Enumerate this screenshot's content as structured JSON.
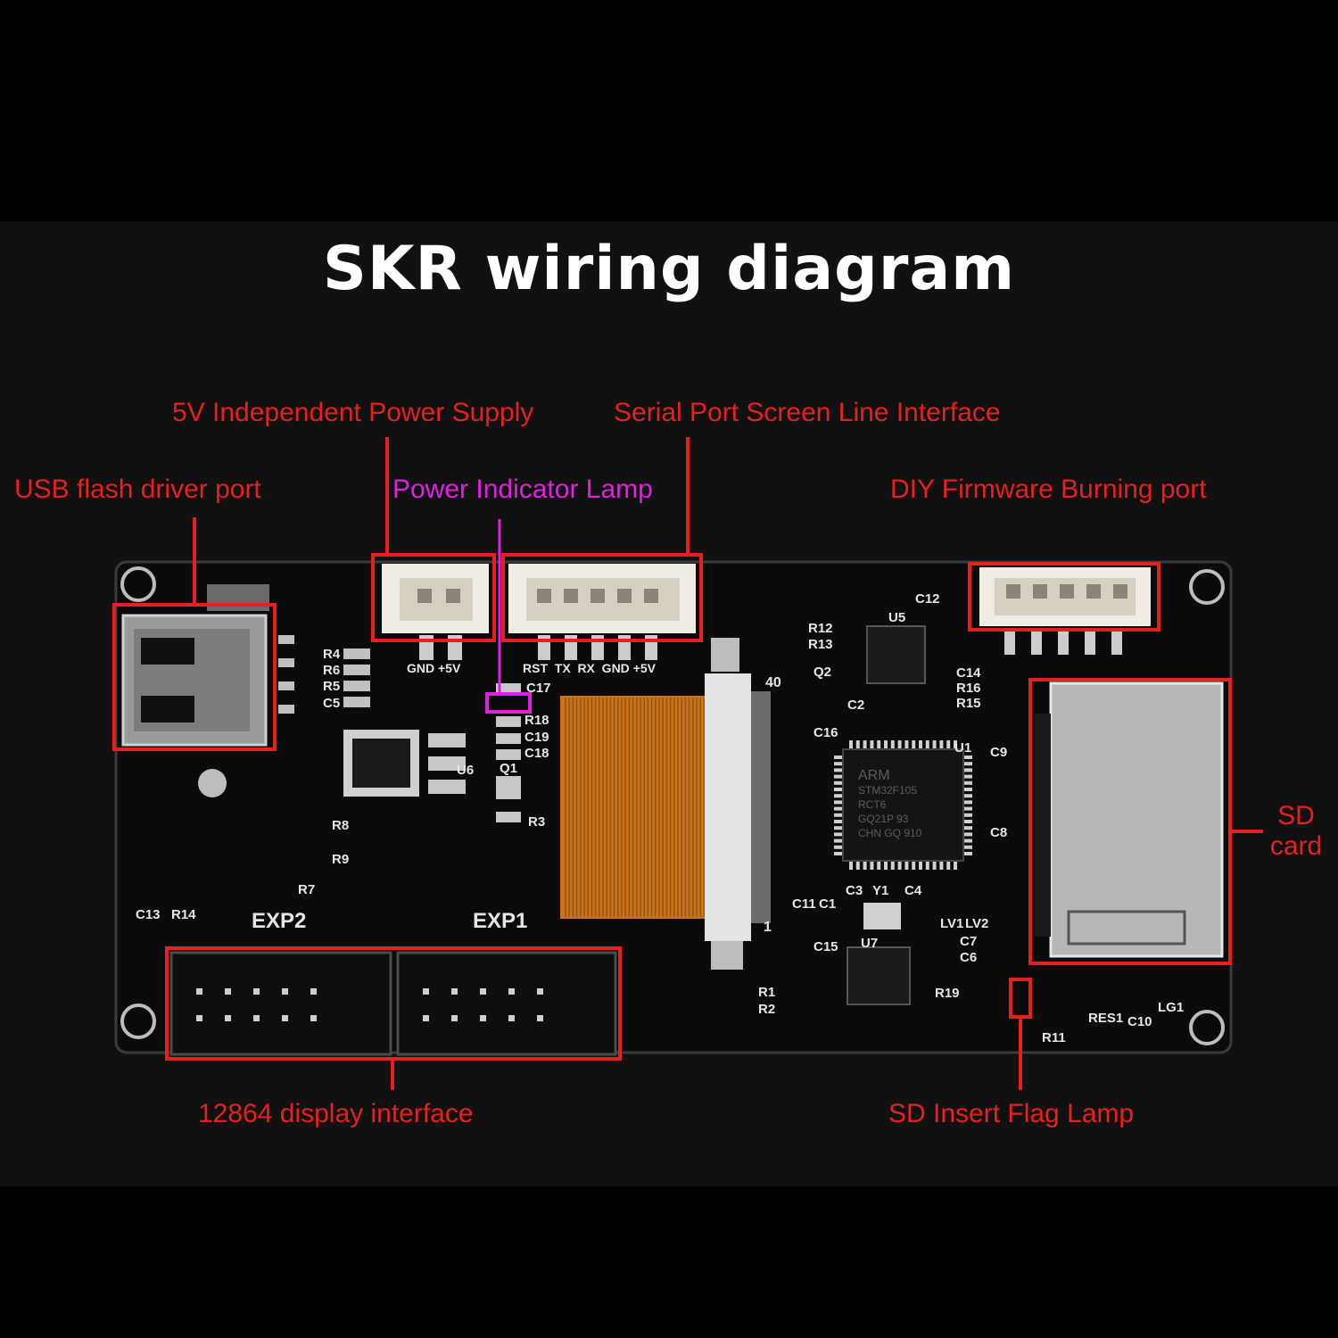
{
  "title": "SKR wiring diagram",
  "labels": {
    "power_supply": "5V Independent Power Supply",
    "serial_port": "Serial Port Screen Line Interface",
    "usb_port": "USB flash driver port",
    "power_lamp": "Power Indicator Lamp",
    "firmware_port": "DIY Firmware Burning port",
    "sd_card_line1": "SD",
    "sd_card_line2": "card",
    "display_interface": "12864 display interface",
    "sd_flag_lamp": "SD Insert Flag Lamp"
  },
  "silkscreen": {
    "power_pins": "GND +5V",
    "serial_pins": "RST  TX  RX  GND +5V",
    "exp2": "EXP2",
    "exp1": "EXP1",
    "chip_text": [
      "ARM",
      "STM32F105",
      "RCT6",
      "GQ21P 93",
      "CHN GQ 910"
    ],
    "parts": [
      "R4",
      "R6",
      "R5",
      "C5",
      "C17",
      "R18",
      "C19",
      "C18",
      "Q1",
      "R3",
      "U6",
      "R8",
      "R9",
      "R7",
      "C13",
      "R14",
      "R12",
      "R13",
      "Q2",
      "U5",
      "C12",
      "C14",
      "R16",
      "R15",
      "C16",
      "C2",
      "U1",
      "C9",
      "C8",
      "C3",
      "Y1",
      "C4",
      "C11",
      "C1",
      "C15",
      "U7",
      "LV1",
      "LV2",
      "C7",
      "C6",
      "R1",
      "R2",
      "R19",
      "R11",
      "RES1",
      "C10",
      "LG1"
    ],
    "ribbon_numbers": [
      "40",
      "1"
    ]
  },
  "colors": {
    "annotation_red": "#e81f1f",
    "annotation_magenta": "#e020e0",
    "board": "#0b0b0b",
    "ribbon": "#c8741e"
  }
}
